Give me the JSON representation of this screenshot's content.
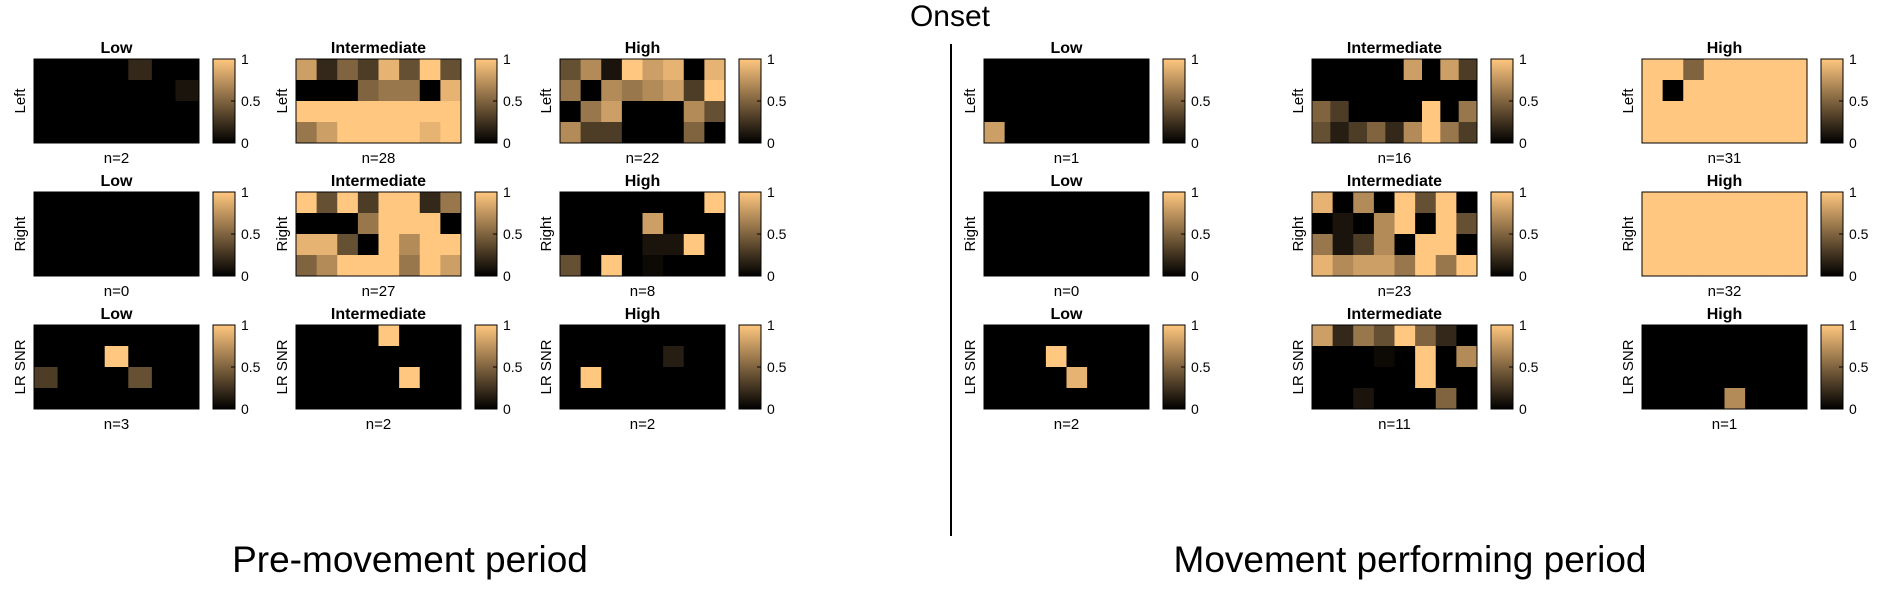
{
  "title": "Onset",
  "periods": [
    "Pre-movement period",
    "Movement performing period"
  ],
  "row_labels": [
    "Left",
    "Right",
    "LR SNR"
  ],
  "colormap": {
    "name": "copper",
    "ticks": [
      "0",
      "0.5",
      "1"
    ],
    "range": [
      0,
      1
    ],
    "stops": [
      "#000000",
      "#ffc77f"
    ]
  },
  "chart_data": [
    {
      "type": "heatmap",
      "period": "Pre-movement period",
      "row_label": "Left",
      "title": "Low",
      "n_label": "n=2",
      "zlim": [
        0,
        1
      ],
      "grid": [
        [
          0,
          0,
          0,
          0,
          0.2,
          0,
          0
        ],
        [
          0,
          0,
          0,
          0,
          0,
          0,
          0.1
        ],
        [
          0,
          0,
          0,
          0,
          0,
          0,
          0
        ],
        [
          0,
          0,
          0,
          0,
          0,
          0,
          0
        ]
      ]
    },
    {
      "type": "heatmap",
      "period": "Pre-movement period",
      "row_label": "Left",
      "title": "Intermediate",
      "n_label": "n=28",
      "zlim": [
        0,
        1
      ],
      "grid": [
        [
          0.8,
          0.2,
          0.5,
          0.3,
          0.9,
          0.4,
          1,
          0.4
        ],
        [
          0,
          0,
          0,
          0.5,
          0.6,
          0.6,
          0,
          0.9
        ],
        [
          1,
          1,
          1,
          1,
          1,
          1,
          1,
          1
        ],
        [
          0.6,
          0.8,
          1,
          1,
          1,
          1,
          0.9,
          1
        ]
      ]
    },
    {
      "type": "heatmap",
      "period": "Pre-movement period",
      "row_label": "Left",
      "title": "High",
      "n_label": "n=22",
      "zlim": [
        0,
        1
      ],
      "grid": [
        [
          0.4,
          0.7,
          0.1,
          1,
          0.8,
          0.9,
          0,
          0.9
        ],
        [
          0.6,
          0,
          0.7,
          0.6,
          0.7,
          0.8,
          0.3,
          1
        ],
        [
          0,
          0.6,
          0.8,
          0,
          0,
          0,
          0.7,
          0.4
        ],
        [
          0.7,
          0.3,
          0.3,
          0,
          0,
          0,
          0.5,
          0
        ]
      ]
    },
    {
      "type": "heatmap",
      "period": "Pre-movement period",
      "row_label": "Right",
      "title": "Low",
      "n_label": "n=0",
      "zlim": [
        0,
        1
      ],
      "grid": [
        [
          0,
          0,
          0,
          0,
          0,
          0,
          0
        ],
        [
          0,
          0,
          0,
          0,
          0,
          0,
          0
        ],
        [
          0,
          0,
          0,
          0,
          0,
          0,
          0
        ],
        [
          0,
          0,
          0,
          0,
          0,
          0,
          0
        ]
      ]
    },
    {
      "type": "heatmap",
      "period": "Pre-movement period",
      "row_label": "Right",
      "title": "Intermediate",
      "n_label": "n=27",
      "zlim": [
        0,
        1
      ],
      "grid": [
        [
          1,
          0.4,
          1,
          0.3,
          1,
          1,
          0.2,
          0.6
        ],
        [
          0,
          0,
          0,
          0.6,
          1,
          1,
          1,
          0
        ],
        [
          0.9,
          0.9,
          0.4,
          0,
          1,
          0.7,
          1,
          1
        ],
        [
          0.5,
          0.7,
          1,
          1,
          1,
          0.6,
          1,
          0.8
        ]
      ]
    },
    {
      "type": "heatmap",
      "period": "Pre-movement period",
      "row_label": "Right",
      "title": "High",
      "n_label": "n=8",
      "zlim": [
        0,
        1
      ],
      "grid": [
        [
          0,
          0,
          0,
          0,
          0,
          0,
          0,
          1
        ],
        [
          0,
          0,
          0,
          0,
          0.8,
          0,
          0,
          0
        ],
        [
          0,
          0,
          0,
          0,
          0.1,
          0.1,
          1,
          0
        ],
        [
          0.4,
          0,
          1,
          0,
          0.05,
          0,
          0,
          0
        ]
      ]
    },
    {
      "type": "heatmap",
      "period": "Pre-movement period",
      "row_label": "LR SNR",
      "title": "Low",
      "n_label": "n=3",
      "zlim": [
        0,
        1
      ],
      "grid": [
        [
          0,
          0,
          0,
          0,
          0,
          0,
          0
        ],
        [
          0,
          0,
          0,
          1,
          0,
          0,
          0
        ],
        [
          0.3,
          0,
          0,
          0,
          0.4,
          0,
          0
        ],
        [
          0,
          0,
          0,
          0,
          0,
          0,
          0
        ]
      ]
    },
    {
      "type": "heatmap",
      "period": "Pre-movement period",
      "row_label": "LR SNR",
      "title": "Intermediate",
      "n_label": "n=2",
      "zlim": [
        0,
        1
      ],
      "grid": [
        [
          0,
          0,
          0,
          0,
          1,
          0,
          0,
          0
        ],
        [
          0,
          0,
          0,
          0,
          0,
          0,
          0,
          0
        ],
        [
          0,
          0,
          0,
          0,
          0,
          1,
          0,
          0
        ],
        [
          0,
          0,
          0,
          0,
          0,
          0,
          0,
          0
        ]
      ]
    },
    {
      "type": "heatmap",
      "period": "Pre-movement period",
      "row_label": "LR SNR",
      "title": "High",
      "n_label": "n=2",
      "zlim": [
        0,
        1
      ],
      "grid": [
        [
          0,
          0,
          0,
          0,
          0,
          0,
          0,
          0
        ],
        [
          0,
          0,
          0,
          0,
          0,
          0.15,
          0,
          0
        ],
        [
          0,
          1,
          0,
          0,
          0,
          0,
          0,
          0
        ],
        [
          0,
          0,
          0,
          0,
          0,
          0,
          0,
          0
        ]
      ]
    },
    {
      "type": "heatmap",
      "period": "Movement performing period",
      "row_label": "Left",
      "title": "Low",
      "n_label": "n=1",
      "zlim": [
        0,
        1
      ],
      "grid": [
        [
          0,
          0,
          0,
          0,
          0,
          0,
          0,
          0
        ],
        [
          0,
          0,
          0,
          0,
          0,
          0,
          0,
          0
        ],
        [
          0,
          0,
          0,
          0,
          0,
          0,
          0,
          0
        ],
        [
          0.8,
          0,
          0,
          0,
          0,
          0,
          0,
          0
        ]
      ]
    },
    {
      "type": "heatmap",
      "period": "Movement performing period",
      "row_label": "Left",
      "title": "Intermediate",
      "n_label": "n=16",
      "zlim": [
        0,
        1
      ],
      "grid": [
        [
          0,
          0,
          0,
          0,
          0,
          0.8,
          0,
          0.8,
          0.3
        ],
        [
          0,
          0,
          0,
          0,
          0,
          0,
          0,
          0,
          0
        ],
        [
          0.5,
          0.3,
          0,
          0,
          0,
          0,
          1,
          0,
          0.6
        ],
        [
          0.4,
          0.15,
          0.3,
          0.5,
          0.2,
          0.7,
          1,
          0.6,
          0.3
        ]
      ]
    },
    {
      "type": "heatmap",
      "period": "Movement performing period",
      "row_label": "Left",
      "title": "High",
      "n_label": "n=31",
      "zlim": [
        0,
        1
      ],
      "grid": [
        [
          1,
          1,
          0.5,
          1,
          1,
          1,
          1,
          1
        ],
        [
          1,
          0,
          1,
          1,
          1,
          1,
          1,
          1
        ],
        [
          1,
          1,
          1,
          1,
          1,
          1,
          1,
          1
        ],
        [
          1,
          1,
          1,
          1,
          1,
          1,
          1,
          1
        ]
      ]
    },
    {
      "type": "heatmap",
      "period": "Movement performing period",
      "row_label": "Right",
      "title": "Low",
      "n_label": "n=0",
      "zlim": [
        0,
        1
      ],
      "grid": [
        [
          0,
          0,
          0,
          0,
          0,
          0,
          0,
          0
        ],
        [
          0,
          0,
          0,
          0,
          0,
          0,
          0,
          0
        ],
        [
          0,
          0,
          0,
          0,
          0,
          0,
          0,
          0
        ],
        [
          0,
          0,
          0,
          0,
          0,
          0,
          0,
          0
        ]
      ]
    },
    {
      "type": "heatmap",
      "period": "Movement performing period",
      "row_label": "Right",
      "title": "Intermediate",
      "n_label": "n=23",
      "zlim": [
        0,
        1
      ],
      "grid": [
        [
          0.9,
          0,
          0.7,
          0,
          1,
          0.4,
          1,
          0
        ],
        [
          0,
          0.1,
          0,
          0.7,
          1,
          0,
          1,
          0.4
        ],
        [
          0.6,
          0.1,
          0.3,
          0.7,
          0,
          1,
          1,
          0
        ],
        [
          0.9,
          0.7,
          0.8,
          0.8,
          0.6,
          1,
          0.6,
          1
        ]
      ]
    },
    {
      "type": "heatmap",
      "period": "Movement performing period",
      "row_label": "Right",
      "title": "High",
      "n_label": "n=32",
      "zlim": [
        0,
        1
      ],
      "grid": [
        [
          1,
          1,
          1,
          1,
          1,
          1,
          1,
          1
        ],
        [
          1,
          1,
          1,
          1,
          1,
          1,
          1,
          1
        ],
        [
          1,
          1,
          1,
          1,
          1,
          1,
          1,
          1
        ],
        [
          1,
          1,
          1,
          1,
          1,
          1,
          1,
          1
        ]
      ]
    },
    {
      "type": "heatmap",
      "period": "Movement performing period",
      "row_label": "LR SNR",
      "title": "Low",
      "n_label": "n=2",
      "zlim": [
        0,
        1
      ],
      "grid": [
        [
          0,
          0,
          0,
          0,
          0,
          0,
          0,
          0
        ],
        [
          0,
          0,
          0,
          1,
          0,
          0,
          0,
          0
        ],
        [
          0,
          0,
          0,
          0,
          0.9,
          0,
          0,
          0
        ],
        [
          0,
          0,
          0,
          0,
          0,
          0,
          0,
          0
        ]
      ]
    },
    {
      "type": "heatmap",
      "period": "Movement performing period",
      "row_label": "LR SNR",
      "title": "Intermediate",
      "n_label": "n=11",
      "zlim": [
        0,
        1
      ],
      "grid": [
        [
          0.8,
          0.2,
          0.6,
          0.4,
          1,
          0.5,
          0.2,
          0
        ],
        [
          0,
          0,
          0,
          0.05,
          0,
          1,
          0,
          0.7
        ],
        [
          0,
          0,
          0,
          0,
          0,
          1,
          0,
          0
        ],
        [
          0,
          0,
          0.1,
          0,
          0,
          0,
          0.5,
          0
        ]
      ]
    },
    {
      "type": "heatmap",
      "period": "Movement performing period",
      "row_label": "LR SNR",
      "title": "High",
      "n_label": "n=1",
      "zlim": [
        0,
        1
      ],
      "grid": [
        [
          0,
          0,
          0,
          0,
          0,
          0,
          0,
          0
        ],
        [
          0,
          0,
          0,
          0,
          0,
          0,
          0,
          0
        ],
        [
          0,
          0,
          0,
          0,
          0,
          0,
          0,
          0
        ],
        [
          0,
          0,
          0,
          0,
          0.7,
          0,
          0,
          0
        ]
      ]
    }
  ]
}
